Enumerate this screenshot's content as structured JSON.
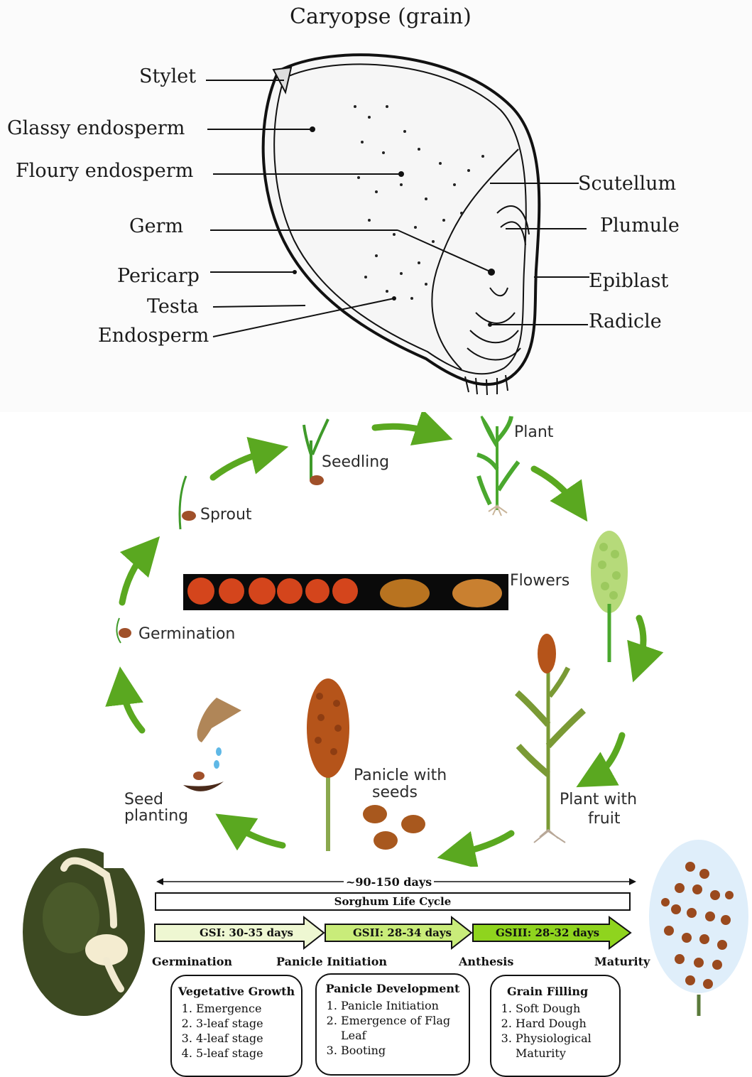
{
  "grain": {
    "title": "Caryopse (grain)",
    "labels_left": [
      "Stylet",
      "Glassy endosperm",
      "Floury endosperm",
      "Germ",
      "Pericarp",
      "Testa",
      "Endosperm"
    ],
    "labels_right": [
      "Scutellum",
      "Plumule",
      "Epiblast",
      "Radicle"
    ]
  },
  "cycle": {
    "labels": {
      "plant": "Plant",
      "seedling": "Seedling",
      "sprout": "Sprout",
      "flowers": "Flowers",
      "germination": "Germination",
      "panicle_l1": "Panicle with",
      "panicle_l2": "seeds",
      "fruit_l1": "Plant with",
      "fruit_l2": "fruit",
      "seed_l1": "Seed",
      "seed_l2": "planting"
    },
    "colors": {
      "arrow": "#5aa820",
      "grain_head": "#b5541a"
    }
  },
  "timeline": {
    "duration": "~90-150 days",
    "life_cycle": "Sorghum Life Cycle",
    "stages": [
      {
        "label": "GSI: 30-35 days",
        "color": "#eef7d2"
      },
      {
        "label": "GSII: 28-34 days",
        "color": "#c9ec7a"
      },
      {
        "label": "GSIII: 28-32 days",
        "color": "#8fd41e"
      }
    ],
    "milestones": [
      "Germination",
      "Panicle Initiation",
      "Anthesis",
      "Maturity"
    ],
    "boxes": [
      {
        "title": "Vegetative Growth",
        "items": [
          "Emergence",
          "3-leaf stage",
          "4-leaf stage",
          "5-leaf stage"
        ]
      },
      {
        "title": "Panicle Development",
        "items": [
          "Panicle Initiation",
          "Emergence of Flag Leaf",
          "Booting"
        ]
      },
      {
        "title": "Grain Filling",
        "items": [
          "Soft Dough",
          "Hard Dough",
          "Physiological Maturity"
        ]
      }
    ]
  }
}
